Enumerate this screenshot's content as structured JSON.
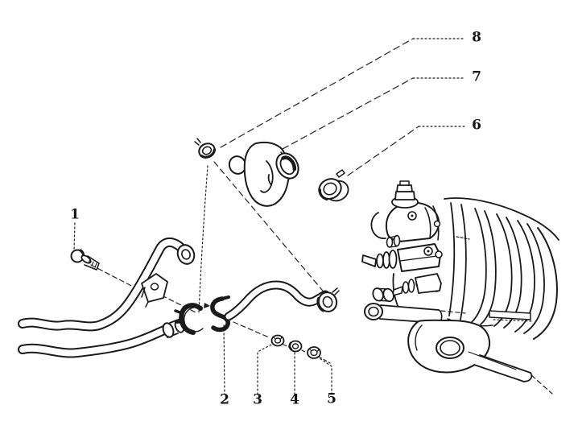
{
  "figure": {
    "kind": "exploded-parts-line-drawing",
    "background_color": "#ffffff",
    "ink_color": "#1a1a1a"
  },
  "callouts": [
    {
      "label": "1"
    },
    {
      "label": "2"
    },
    {
      "label": "3"
    },
    {
      "label": "4"
    },
    {
      "label": "5"
    },
    {
      "label": "6"
    },
    {
      "label": "7"
    },
    {
      "label": "8"
    }
  ]
}
